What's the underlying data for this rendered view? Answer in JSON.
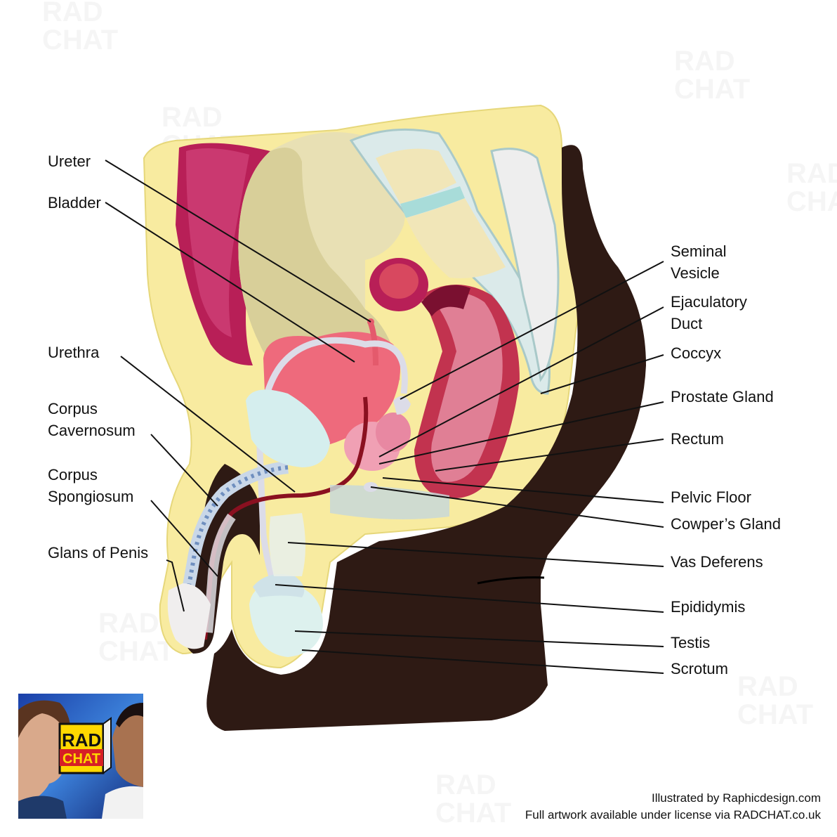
{
  "labels": {
    "ureter": "Ureter",
    "bladder": "Bladder",
    "urethra": "Urethra",
    "corpus_cavernosum_1": "Corpus",
    "corpus_cavernosum_2": "Cavernosum",
    "corpus_spongiosum_1": "Corpus",
    "corpus_spongiosum_2": "Spongiosum",
    "glans": "Glans of Penis",
    "seminal_vesicle_1": "Seminal",
    "seminal_vesicle_2": "Vesicle",
    "ejaculatory_duct_1": "Ejaculatory",
    "ejaculatory_duct_2": "Duct",
    "coccyx": "Coccyx",
    "prostate": "Prostate Gland",
    "rectum": "Rectum",
    "pelvic_floor": "Pelvic Floor",
    "cowpers": "Cowper’s Gland",
    "vas_deferens": "Vas Deferens",
    "epididymis": "Epididymis",
    "testis": "Testis",
    "scrotum": "Scrotum"
  },
  "watermark": {
    "line1": "RAD",
    "line2": "CHAT"
  },
  "logo": {
    "line1": "RAD",
    "line2": "CHAT"
  },
  "credit": {
    "line1": "Illustrated by Raphicdesign.com",
    "line2": "Full artwork available under license via RADCHAT.co.uk"
  },
  "colors": {
    "skin": "#2e1a14",
    "fat": "#f8eba0",
    "bone": "#e8e0b4",
    "bladder": "#ee6a7c",
    "rectum": "#c2334f",
    "testis": "#ddf1ee",
    "duct": "#dcdce8"
  }
}
